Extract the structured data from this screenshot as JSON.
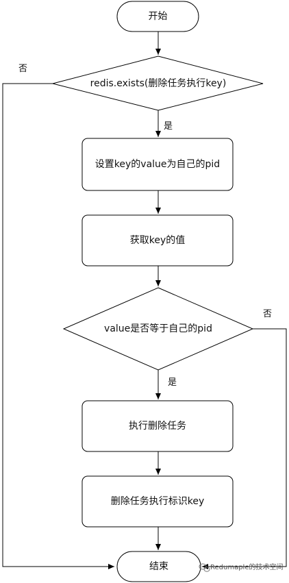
{
  "nodes": {
    "start": "开始",
    "check_exists": "redis.exists(删除任务执行key)",
    "set_key": "设置key的value为自己的pid",
    "get_key": "获取key的值",
    "check_value": "value是否等于自己的pid",
    "do_delete": "执行删除任务",
    "delete_flag": "删除任务执行标识key",
    "end": "结束"
  },
  "edges": {
    "exists_yes": "是",
    "exists_no": "否",
    "value_yes": "是",
    "value_no": "否"
  },
  "watermark": "Redumaple的技术空间",
  "colors": {
    "stroke": "#000000",
    "fill": "#ffffff"
  }
}
